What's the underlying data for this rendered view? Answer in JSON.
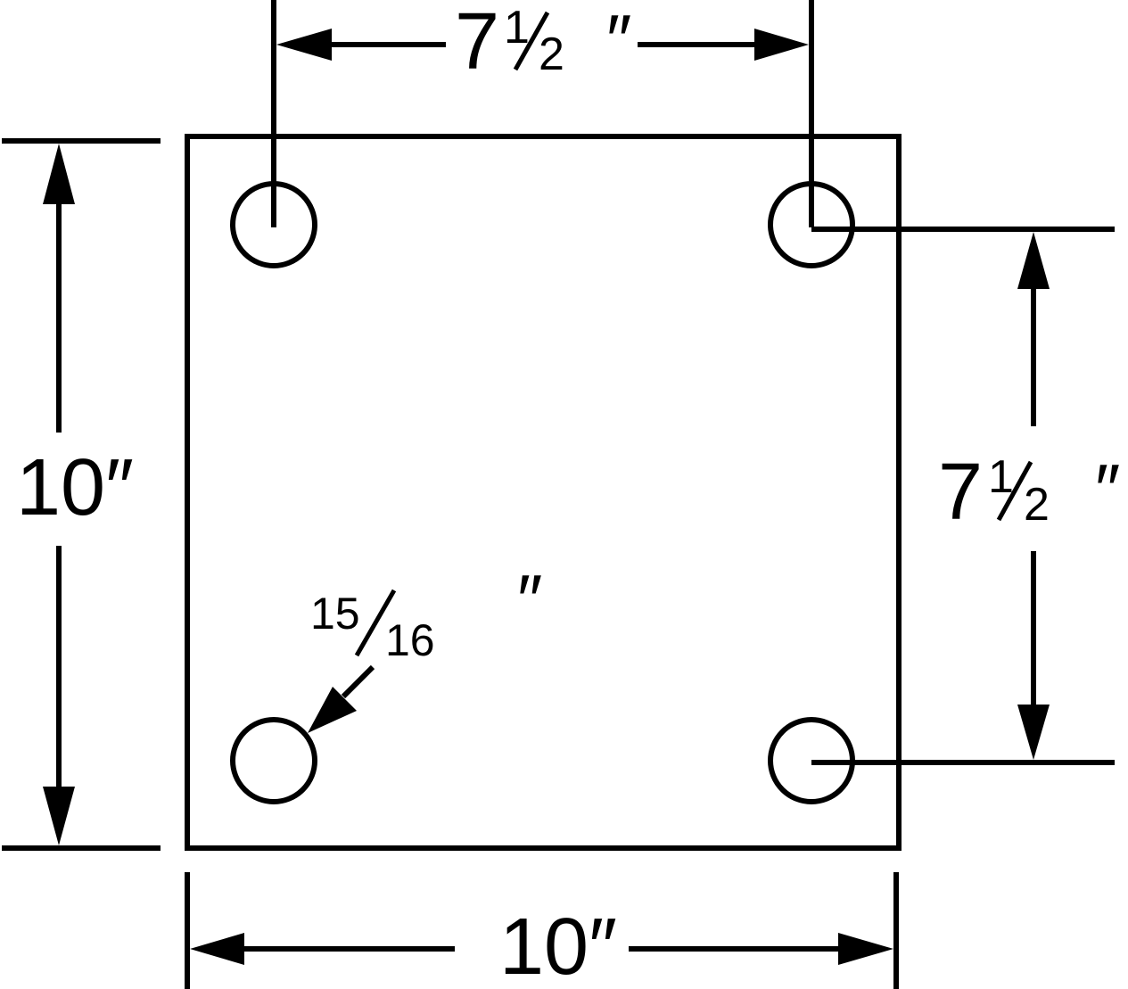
{
  "drawing": {
    "top_dim": {
      "whole": "7",
      "frac_num": "1",
      "frac_den": "2",
      "unit": "″"
    },
    "right_dim": {
      "whole": "7",
      "frac_num": "1",
      "frac_den": "2",
      "unit": "″"
    },
    "left_dim": {
      "text": "10″"
    },
    "bottom_dim": {
      "text": "10″"
    },
    "hole_dim": {
      "frac_num": "15",
      "frac_den": "16",
      "unit": "″"
    },
    "colors": {
      "stroke": "#000000",
      "background": "#ffffff"
    }
  }
}
